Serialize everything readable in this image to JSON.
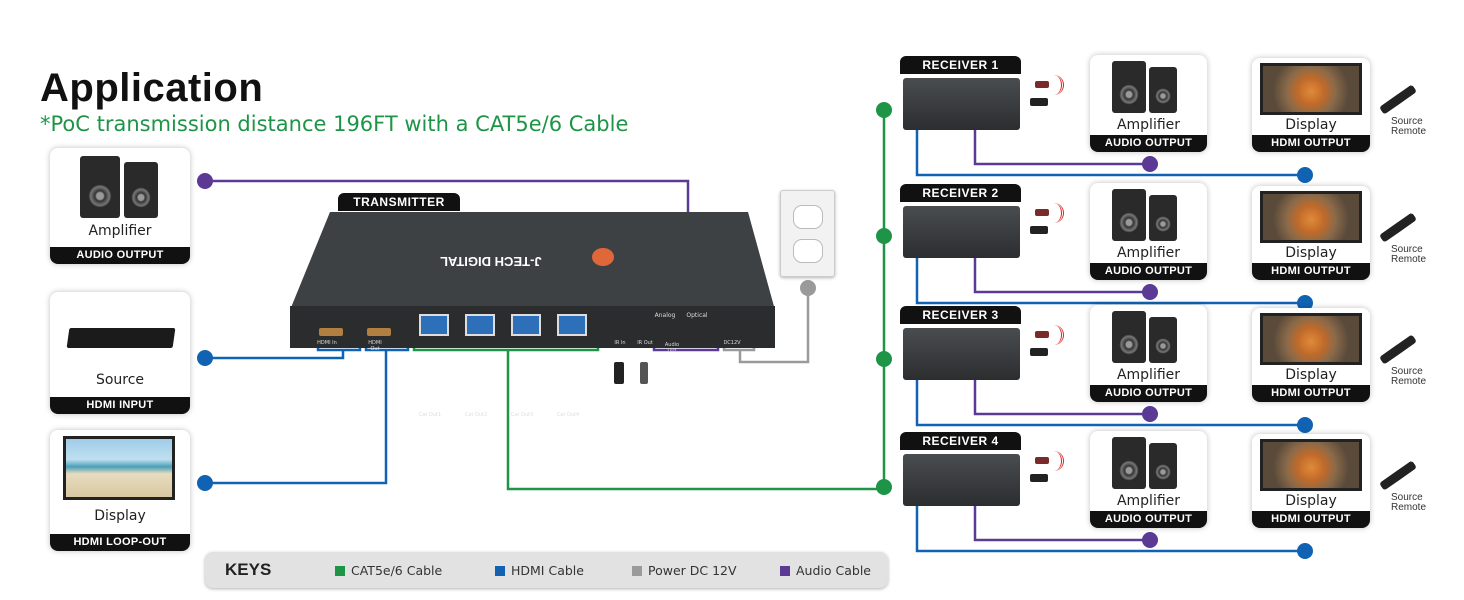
{
  "title": "Application",
  "subtitle": "*PoC transmission distance 196FT with a CAT5e/6 Cable",
  "colors": {
    "cat": "#1e9447",
    "hdmi": "#1162b3",
    "power": "#9a9a9a",
    "audio": "#5a3a94",
    "ir": "#e02020"
  },
  "left_devices": [
    {
      "name": "Amplifier",
      "label": "AUDIO OUTPUT",
      "icon": "speakers-icon"
    },
    {
      "name": "Source",
      "label": "HDMI INPUT",
      "icon": "blu-ray-player-icon"
    },
    {
      "name": "Display",
      "label": "HDMI LOOP-OUT",
      "icon": "tv-icon"
    }
  ],
  "transmitter": {
    "tab": "TRANSMITTER",
    "brand": "J-TECH DIGITAL",
    "ports": [
      "HDMI In",
      "HDMI Out",
      "Cat Out1",
      "Cat Out2",
      "Cat Out3",
      "Cat Out4",
      "IR In",
      "IR Out",
      "Analog",
      "Optical",
      "Audio Out",
      "DC12V"
    ]
  },
  "receivers": [
    {
      "tab": "RECEIVER 1",
      "amp": "Amplifier",
      "amp_label": "AUDIO OUTPUT",
      "display": "Display",
      "display_label": "HDMI OUTPUT",
      "remote": "Source Remote"
    },
    {
      "tab": "RECEIVER 2",
      "amp": "Amplifier",
      "amp_label": "AUDIO OUTPUT",
      "display": "Display",
      "display_label": "HDMI OUTPUT",
      "remote": "Source Remote"
    },
    {
      "tab": "RECEIVER 3",
      "amp": "Amplifier",
      "amp_label": "AUDIO OUTPUT",
      "display": "Display",
      "display_label": "HDMI OUTPUT",
      "remote": "Source Remote"
    },
    {
      "tab": "RECEIVER 4",
      "amp": "Amplifier",
      "amp_label": "AUDIO OUTPUT",
      "display": "Display",
      "display_label": "HDMI OUTPUT",
      "remote": "Source Remote"
    }
  ],
  "keys": {
    "title": "KEYS",
    "items": [
      {
        "label": "CAT5e/6 Cable",
        "color": "#1e9447"
      },
      {
        "label": "HDMI Cable",
        "color": "#1162b3"
      },
      {
        "label": "Power DC 12V",
        "color": "#9a9a9a"
      },
      {
        "label": "Audio Cable",
        "color": "#5a3a94"
      }
    ]
  }
}
